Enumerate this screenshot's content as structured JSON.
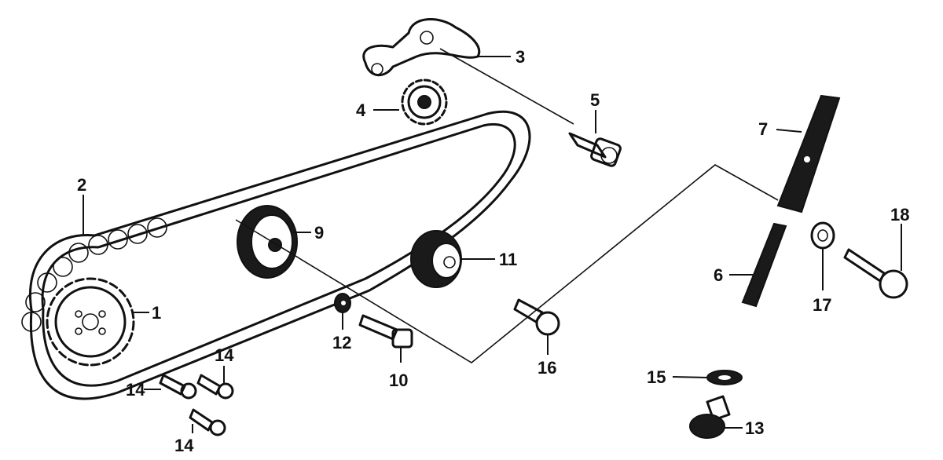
{
  "diagram": {
    "colors": {
      "ink": "#111111",
      "background": "#ffffff"
    },
    "parts": [
      {
        "id": "sprocket-drive",
        "callout": "1"
      },
      {
        "id": "chain",
        "callout": "2"
      },
      {
        "id": "bracket",
        "callout": "3"
      },
      {
        "id": "sprocket-small",
        "callout": "4"
      },
      {
        "id": "bolt-5",
        "callout": "5"
      },
      {
        "id": "spring",
        "callout": "6"
      },
      {
        "id": "pin-sleeve",
        "callout": "7"
      },
      {
        "id": "roller-tensioner",
        "callout": "9"
      },
      {
        "id": "bolt-10",
        "callout": "10"
      },
      {
        "id": "roller-guide",
        "callout": "11"
      },
      {
        "id": "washer-12",
        "callout": "12"
      },
      {
        "id": "drain-plug",
        "callout": "13"
      },
      {
        "id": "bolt-14a",
        "callout": "14"
      },
      {
        "id": "bolt-14b",
        "callout": "14"
      },
      {
        "id": "bolt-14c",
        "callout": "14"
      },
      {
        "id": "washer-15",
        "callout": "15"
      },
      {
        "id": "shaft-16",
        "callout": "16"
      },
      {
        "id": "washer-17",
        "callout": "17"
      },
      {
        "id": "bolt-18",
        "callout": "18"
      }
    ]
  }
}
